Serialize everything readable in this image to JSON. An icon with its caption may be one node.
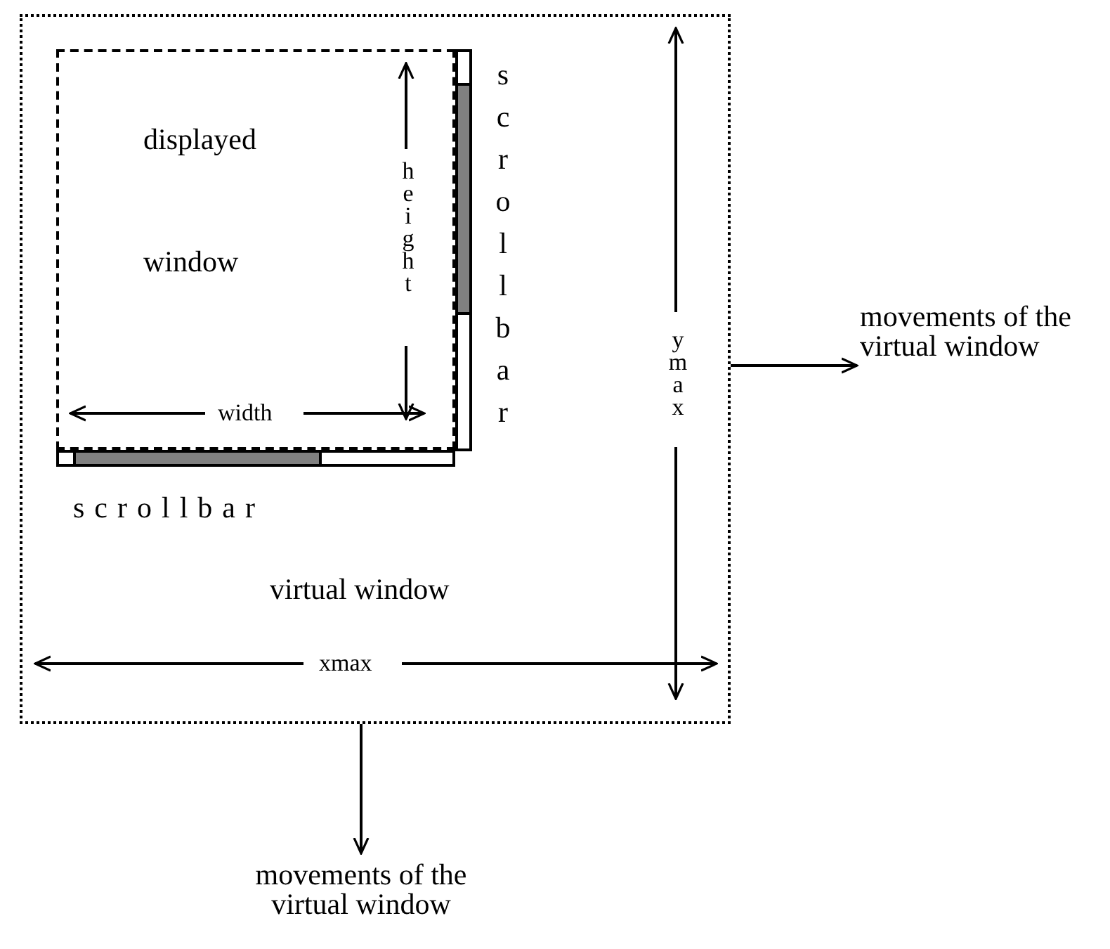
{
  "diagram": {
    "nodes": [
      {
        "text": [
          "virtual window"
        ]
      },
      {
        "text": [
          "displayed window"
        ],
        "in": 0
      },
      {
        "text": [
          "scrollbar"
        ],
        "in": 0
      },
      {
        "text": [
          "scrollbar"
        ],
        "in": 0
      },
      {
        "text": [
          "movements of the virtual window"
        ]
      },
      {
        "text": [
          "movements of the virtual window"
        ]
      }
    ],
    "edges": [
      {
        "from": 0,
        "to": 4,
        "arrow": "to"
      },
      {
        "from": 0,
        "to": 5,
        "arrow": "to"
      }
    ],
    "labels": [
      "height",
      "ymax",
      "width",
      "xmax"
    ]
  }
}
